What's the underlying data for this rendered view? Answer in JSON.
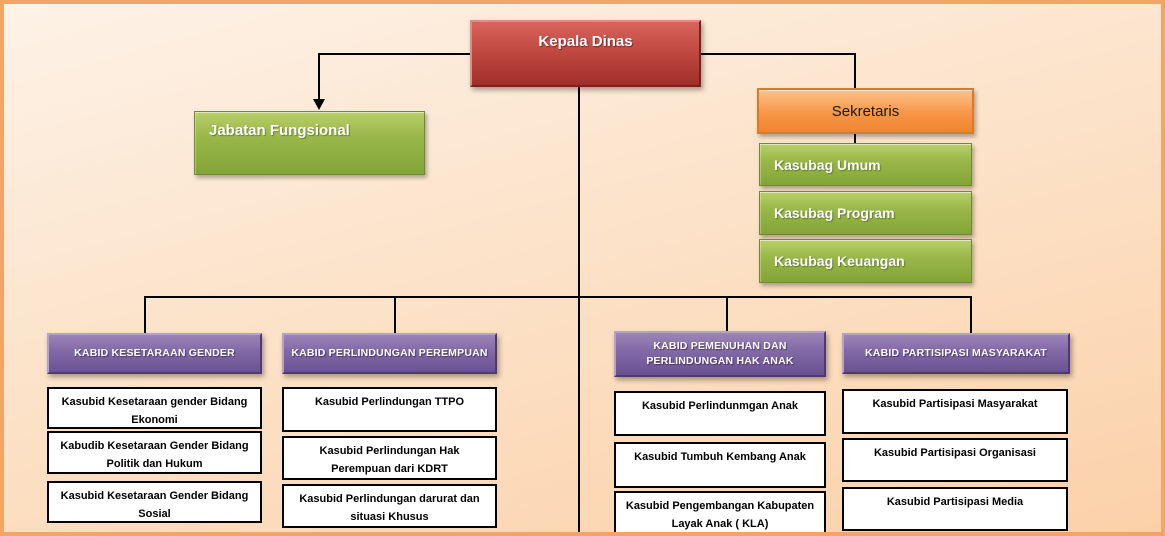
{
  "org": {
    "kepala": "Kepala Dinas",
    "jabatan_fungsional": "Jabatan Fungsional",
    "sekretaris": "Sekretaris",
    "kasubag": [
      "Kasubag Umum",
      "Kasubag Program",
      "Kasubag Keuangan"
    ],
    "kabid": [
      "KABID KESETARAAN GENDER",
      "KABID PERLINDUNGAN PEREMPUAN",
      "KABID PEMENUHAN DAN PERLINDUNGAN HAK ANAK",
      "KABID PARTISIPASI MASYARAKAT"
    ],
    "kasubid": [
      [
        "Kasubid  Kesetaraan gender Bidang Ekonomi",
        "Kabudib Kesetaraan Gender Bidang Politik dan Hukum",
        "Kasubid Kesetaraan Gender Bidang Sosial"
      ],
      [
        "Kasubid  Perlindungan TTPO",
        "Kasubid  Perlindungan Hak Perempuan dari KDRT",
        "Kasubid  Perlindungan darurat dan situasi Khusus"
      ],
      [
        "Kasubid Perlindunmgan Anak",
        "Kasubid Tumbuh Kembang Anak",
        "Kasubid Pengembangan Kabupaten Layak Anak ( KLA)"
      ],
      [
        "Kasubid Partisipasi Masyarakat",
        "Kasubid Partisipasi Organisasi",
        "Kasubid Partisipasi Media"
      ]
    ]
  },
  "colors": {
    "kepala_red": "#c14a42",
    "green": "#9ab84a",
    "sekretaris_orange": "#f79646",
    "kabid_purple": "#8168a6",
    "sub_box_white": "#ffffff",
    "connector_black": "#000000",
    "background_peach": "#fbd1a9",
    "frame_orange": "#f2a567"
  }
}
